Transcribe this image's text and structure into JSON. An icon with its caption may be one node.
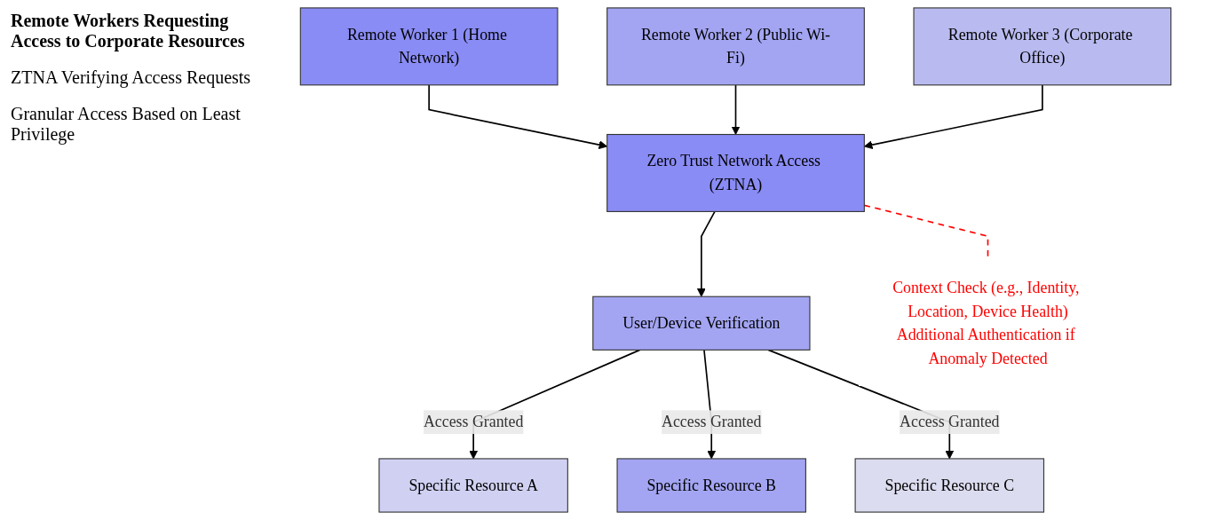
{
  "diagram": {
    "title": "Remote Workers Requesting Access to Corporate Resources",
    "nodes": [
      {
        "text": [
          "Remote Worker 1 (Home Network)"
        ]
      },
      {
        "text": [
          "Remote Worker 2 (Public Wi-Fi)"
        ]
      },
      {
        "text": [
          "Remote Worker 3 (Corporate Office)"
        ]
      },
      {
        "text": [
          "Zero Trust Network Access (ZTNA)"
        ]
      },
      {
        "text": [
          "User/Device Verification"
        ]
      },
      {
        "text": [
          "Specific Resource A"
        ]
      },
      {
        "text": [
          "Specific Resource B"
        ]
      },
      {
        "text": [
          "Specific Resource C"
        ]
      },
      {
        "text": [
          "Context Check (e.g., Identity, Location, Device Health)",
          "Additional Authentication if Anomaly Detected"
        ]
      }
    ],
    "edges": [
      {
        "from": 0,
        "to": 3,
        "arrow": "to"
      },
      {
        "from": 1,
        "to": 3,
        "arrow": "to"
      },
      {
        "from": 2,
        "to": 3,
        "arrow": "to"
      },
      {
        "from": 3,
        "to": 4,
        "arrow": "to"
      },
      {
        "from": 4,
        "to": 5,
        "arrow": "to",
        "label": "Access Granted"
      },
      {
        "from": 4,
        "to": 6,
        "arrow": "to",
        "label": "Access Granted"
      },
      {
        "from": 4,
        "to": 7,
        "arrow": "to",
        "label": "Access Granted"
      },
      {
        "from": 3,
        "to": 8,
        "arrow": "none",
        "style": "dashed",
        "color": "#ff0000"
      }
    ],
    "labels": [
      "ZTNA Verifying Access Requests",
      "Granular Access Based on Least Privilege"
    ]
  }
}
